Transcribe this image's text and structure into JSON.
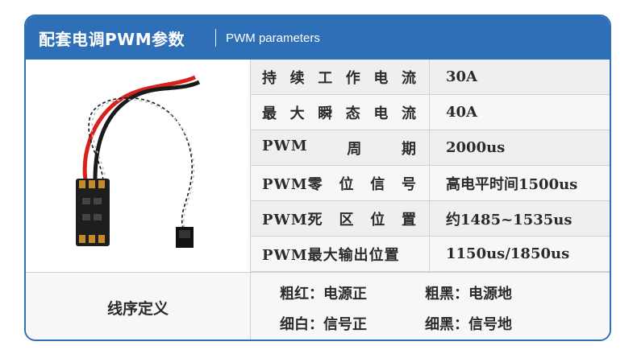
{
  "header": {
    "title": "配套电调PWM参数",
    "subtitle": "PWM parameters"
  },
  "params": [
    {
      "key_chars": [
        "持",
        "续",
        "工",
        "作",
        "电",
        "流"
      ],
      "value": "30A"
    },
    {
      "key_chars": [
        "最",
        "大",
        "瞬",
        "态",
        "电",
        "流"
      ],
      "value": "40A"
    },
    {
      "key_chars": [
        "PWM",
        "周",
        "期"
      ],
      "value": "2000us"
    },
    {
      "key_chars": [
        "PWM零",
        "位",
        "信",
        "号"
      ],
      "value": "高电平时间1500us"
    },
    {
      "key_chars": [
        "PWM死",
        "区",
        "位",
        "置"
      ],
      "value": "约1485~1535us"
    },
    {
      "key_chars": [
        "PWM最大输出位置"
      ],
      "value": "1150us/1850us"
    }
  ],
  "wire": {
    "label": "线序定义",
    "items": [
      "粗红：电源正",
      "粗黑：电源地",
      "细白：信号正",
      "细黑：信号地"
    ]
  },
  "colors": {
    "accent": "#2e6fb7",
    "wire_red": "#d8201c",
    "wire_black": "#1a1a1a"
  }
}
